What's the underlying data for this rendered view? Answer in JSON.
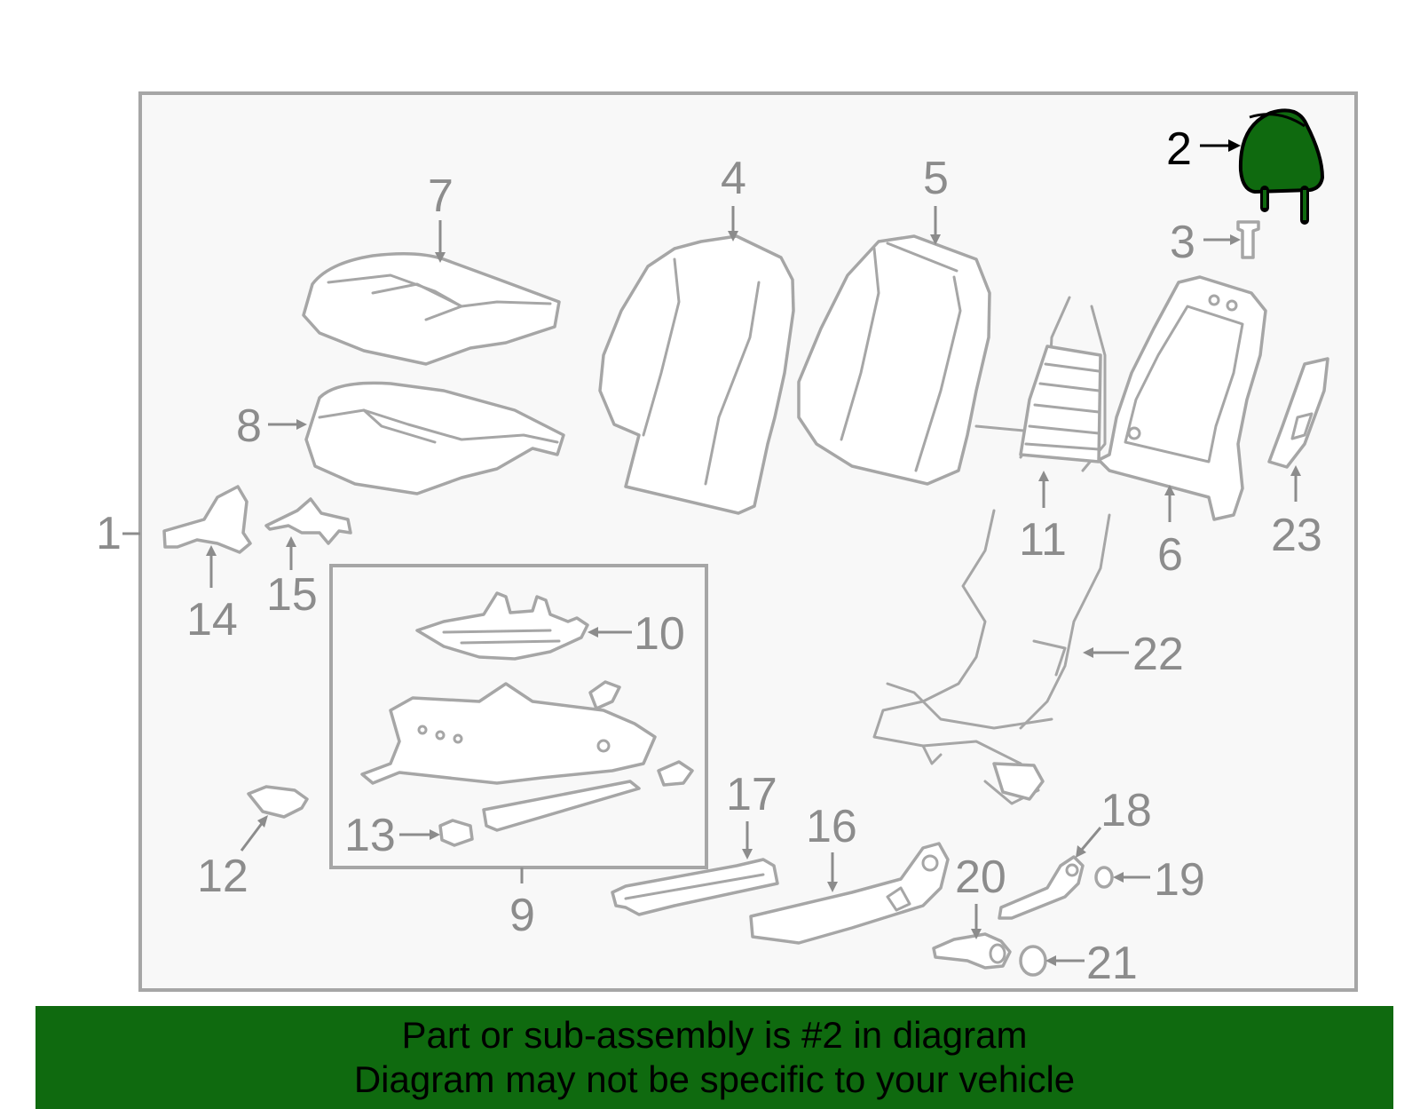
{
  "colors": {
    "highlight_fill": "#0f6a0f",
    "banner_background": "#0f6a0f",
    "part_stroke": "#a6a6a6",
    "label_gray": "#8c8c8c",
    "frame_background": "#f8f8f8"
  },
  "diagram": {
    "highlighted_part": "2",
    "callouts": {
      "c1": "1",
      "c2": "2",
      "c3": "3",
      "c4": "4",
      "c5": "5",
      "c6": "6",
      "c7": "7",
      "c8": "8",
      "c9": "9",
      "c10": "10",
      "c11": "11",
      "c12": "12",
      "c13": "13",
      "c14": "14",
      "c15": "15",
      "c16": "16",
      "c17": "17",
      "c18": "18",
      "c19": "19",
      "c20": "20",
      "c21": "21",
      "c22": "22",
      "c23": "23"
    }
  },
  "banner": {
    "line1": "Part or sub-assembly is #2 in diagram",
    "line2": "Diagram may not be specific to your vehicle"
  }
}
